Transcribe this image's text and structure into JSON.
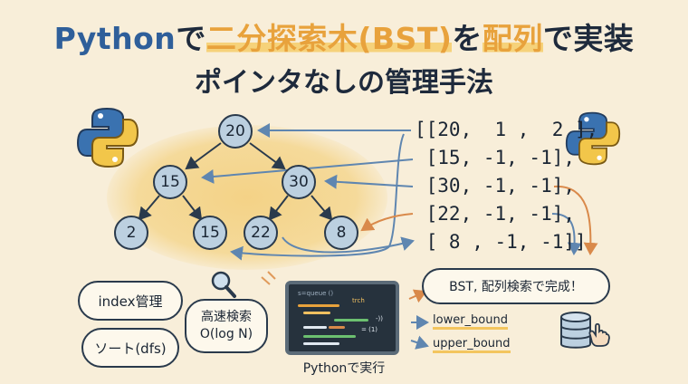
{
  "title": {
    "part1": "Python",
    "part2": "で",
    "part3": "二分探索木(BST)",
    "part4": "を",
    "part5": "配列",
    "part6": "で実装"
  },
  "subtitle": "ポインタなしの管理手法",
  "tree": {
    "nodes": [
      "20",
      "15",
      "30",
      "2",
      "15",
      "22",
      "8"
    ]
  },
  "array_rows": [
    "[[20,  1 ,  2 ],",
    " [15, -1, -1],",
    " [30, -1, -1],",
    " [22, -1, -1],",
    " [ 8 , -1, -1]]"
  ],
  "bubbles": {
    "index": "index管理",
    "sort": "ソート(dfs)",
    "search_line1": "高速検索",
    "search_line2": "O(log N)",
    "complete": "BST, 配列検索で完成！"
  },
  "code_window": {
    "text1": "s=queue ()",
    "text2": "trch",
    "text3": "-))",
    "text4": "= (1)"
  },
  "functions": [
    "lower_bound",
    "upper_bound"
  ],
  "caption": "Pythonで実行",
  "colors": {
    "accent_orange": "#e8a23c",
    "python_blue": "#2f5f9a",
    "node_fill": "#bcd0e0",
    "arrow_blue": "#5f86b0",
    "arrow_orange": "#d9894a"
  },
  "icons": [
    "python-logo-icon",
    "magnifier-icon",
    "database-icon",
    "pointing-hand-icon"
  ]
}
